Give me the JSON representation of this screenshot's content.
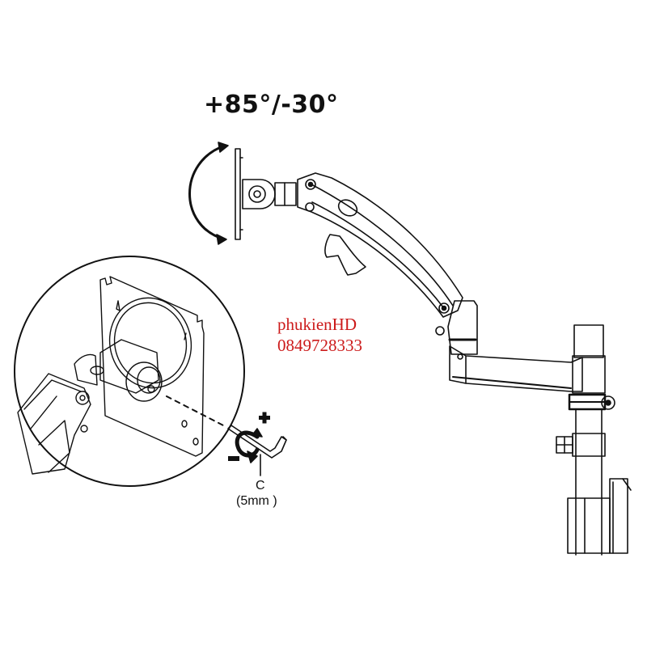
{
  "diagram": {
    "tilt_range_label": "+85°/-30°",
    "watermark": {
      "brand": "phukienHD",
      "phone": "0849728333",
      "color": "#cc1a1a"
    },
    "tool_callout": {
      "label": "C",
      "size": "(5mm )",
      "plus_symbol": "+",
      "minus_symbol": "−"
    },
    "colors": {
      "line": "#111111",
      "background": "#ffffff"
    }
  }
}
